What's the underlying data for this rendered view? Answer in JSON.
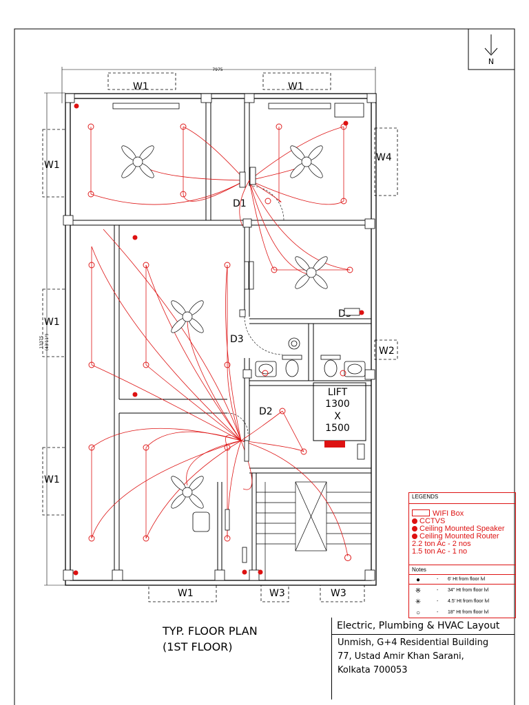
{
  "drawing": {
    "north_label": "N",
    "overall_width_dim": "7975",
    "overall_height_dim": "13375",
    "overall_height_dim_ft": "(43'11\")",
    "plan_title_line1": "TYP. FLOOR PLAN",
    "plan_title_line2": "(1ST FLOOR)"
  },
  "windows": {
    "w1_label": "W1",
    "w2_label": "W2",
    "w3_label": "W3",
    "w4_label": "W4"
  },
  "doors": {
    "d1_label": "D1",
    "d2_label": "D2",
    "d3_label": "D3"
  },
  "lift": {
    "line1": "LIFT",
    "line2": "1300",
    "line3": "X",
    "line4": "1500"
  },
  "legend": {
    "heading": "LEGENDS",
    "items": [
      {
        "icon": "wifi-box-icon",
        "label": "WIFI Box"
      },
      {
        "icon": "cctv-icon",
        "label": "CCTVS"
      },
      {
        "icon": "speaker-icon",
        "label": "Ceiling Mounted Speaker"
      },
      {
        "icon": "router-icon",
        "label": "Ceiling Mounted Router"
      },
      {
        "icon": "",
        "label": "2.2 ton Ac - 2 nos"
      },
      {
        "icon": "",
        "label": "1.5 ton Ac - 1 no"
      }
    ],
    "accent_color": "#dd1111"
  },
  "notes": {
    "heading": "Notes",
    "rows": [
      {
        "symbol": "●",
        "dash": "-",
        "text": "6' Ht from floor lvl"
      },
      {
        "symbol": "※",
        "dash": "-",
        "text": "34\" Ht from floor lvl"
      },
      {
        "symbol": "✳",
        "dash": "-",
        "text": "4.5' Ht from floor lvl"
      },
      {
        "symbol": "○",
        "dash": "-",
        "text": "18\" Ht from floor lvl"
      }
    ]
  },
  "title_block": {
    "heading": "Electric, Plumbing & HVAC Layout",
    "line1": "Unmish, G+4 Residential Building",
    "line2": "77, Ustad Amir Khan Sarani,",
    "line3": "Kolkata 700053"
  }
}
